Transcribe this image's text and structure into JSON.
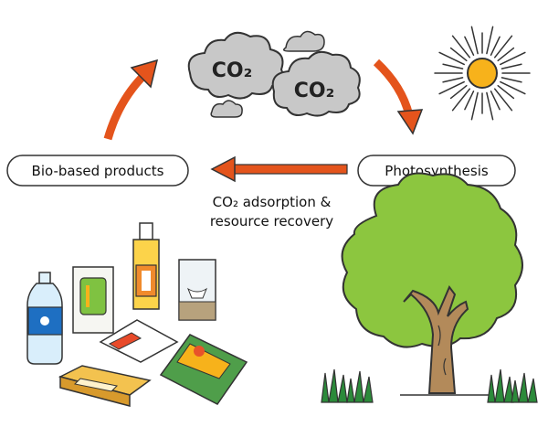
{
  "labels": {
    "bio_based_products": "Bio-based products",
    "photosynthesis": "Photosynthesis",
    "caption_line1": "CO₂ adsorption &",
    "caption_line2": "resource recovery",
    "cloud_left": "CO₂",
    "cloud_right": "CO₂"
  },
  "colors": {
    "arrow": "#e4541c",
    "cloud_fill": "#c8c8c8",
    "sun": "#f7b21b",
    "tree_canopy": "#8cc63f",
    "trunk": "#b38a5a",
    "grass": "#2b8a3a"
  },
  "icons": [
    "sun-icon",
    "co2-cloud-icon",
    "tree-icon",
    "grass-icon",
    "bottle-icon",
    "food-package-icon"
  ]
}
